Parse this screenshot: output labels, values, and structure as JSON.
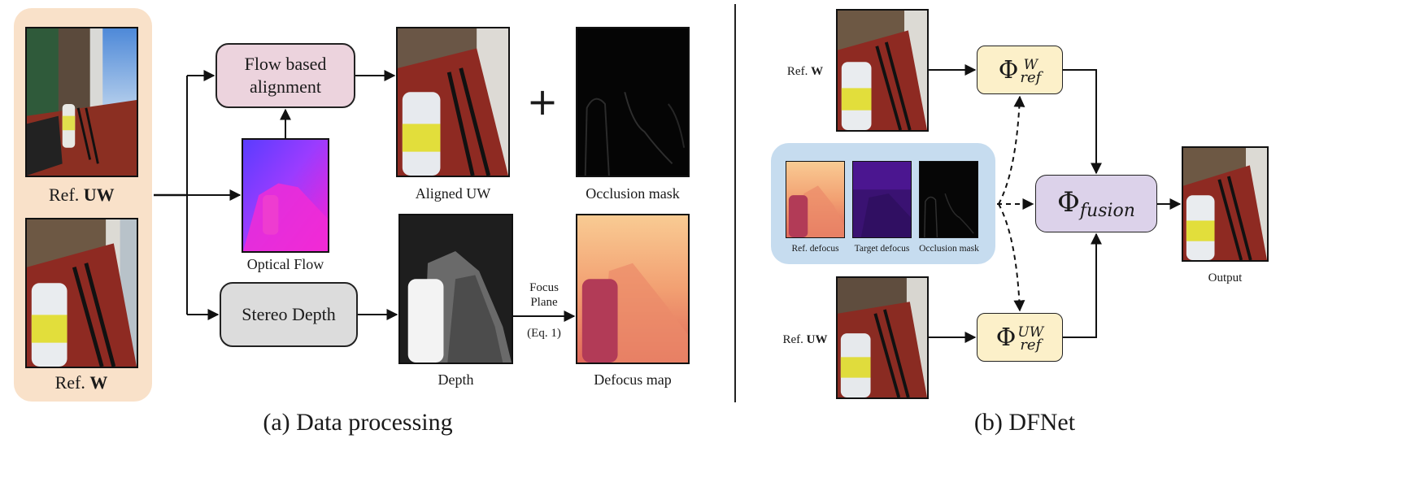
{
  "panel_a": {
    "caption": "(a) Data processing",
    "ref_uw_label_prefix": "Ref.",
    "ref_uw_label_bold": "UW",
    "ref_w_label_prefix": "Ref.",
    "ref_w_label_bold": "W",
    "flow_box_line1": "Flow based",
    "flow_box_line2": "alignment",
    "stereo_box": "Stereo Depth",
    "optical_flow_label": "Optical Flow",
    "aligned_uw_label": "Aligned UW",
    "plus": "+",
    "occlusion_label": "Occlusion mask",
    "depth_label": "Depth",
    "focus_line1": "Focus",
    "focus_line2": "Plane",
    "focus_eq": "(Eq. 1)",
    "defocus_label": "Defocus map"
  },
  "panel_b": {
    "caption": "(b) DFNet",
    "ref_w_label_prefix": "Ref.",
    "ref_w_label_bold": "W",
    "ref_uw_label_prefix": "Ref.",
    "ref_uw_label_bold": "UW",
    "phi_symbol": "Φ",
    "phi_w_sup": "W",
    "phi_w_sub": "ref",
    "phi_uw_sup": "UW",
    "phi_uw_sub": "ref",
    "phi_fusion_sub": "fusion",
    "ref_defocus_label": "Ref. defocus",
    "target_defocus_label": "Target defocus",
    "occlusion_label": "Occlusion mask",
    "output_label": "Output"
  },
  "colors": {
    "input_panel": "#f9e1c9",
    "flow_box": "#ecd3dd",
    "stereo_box": "#dcdcdc",
    "phi_ref_box": "#fcf0c9",
    "phi_fusion_box": "#dcd2ea",
    "defocus_panel": "#c6dcef"
  }
}
